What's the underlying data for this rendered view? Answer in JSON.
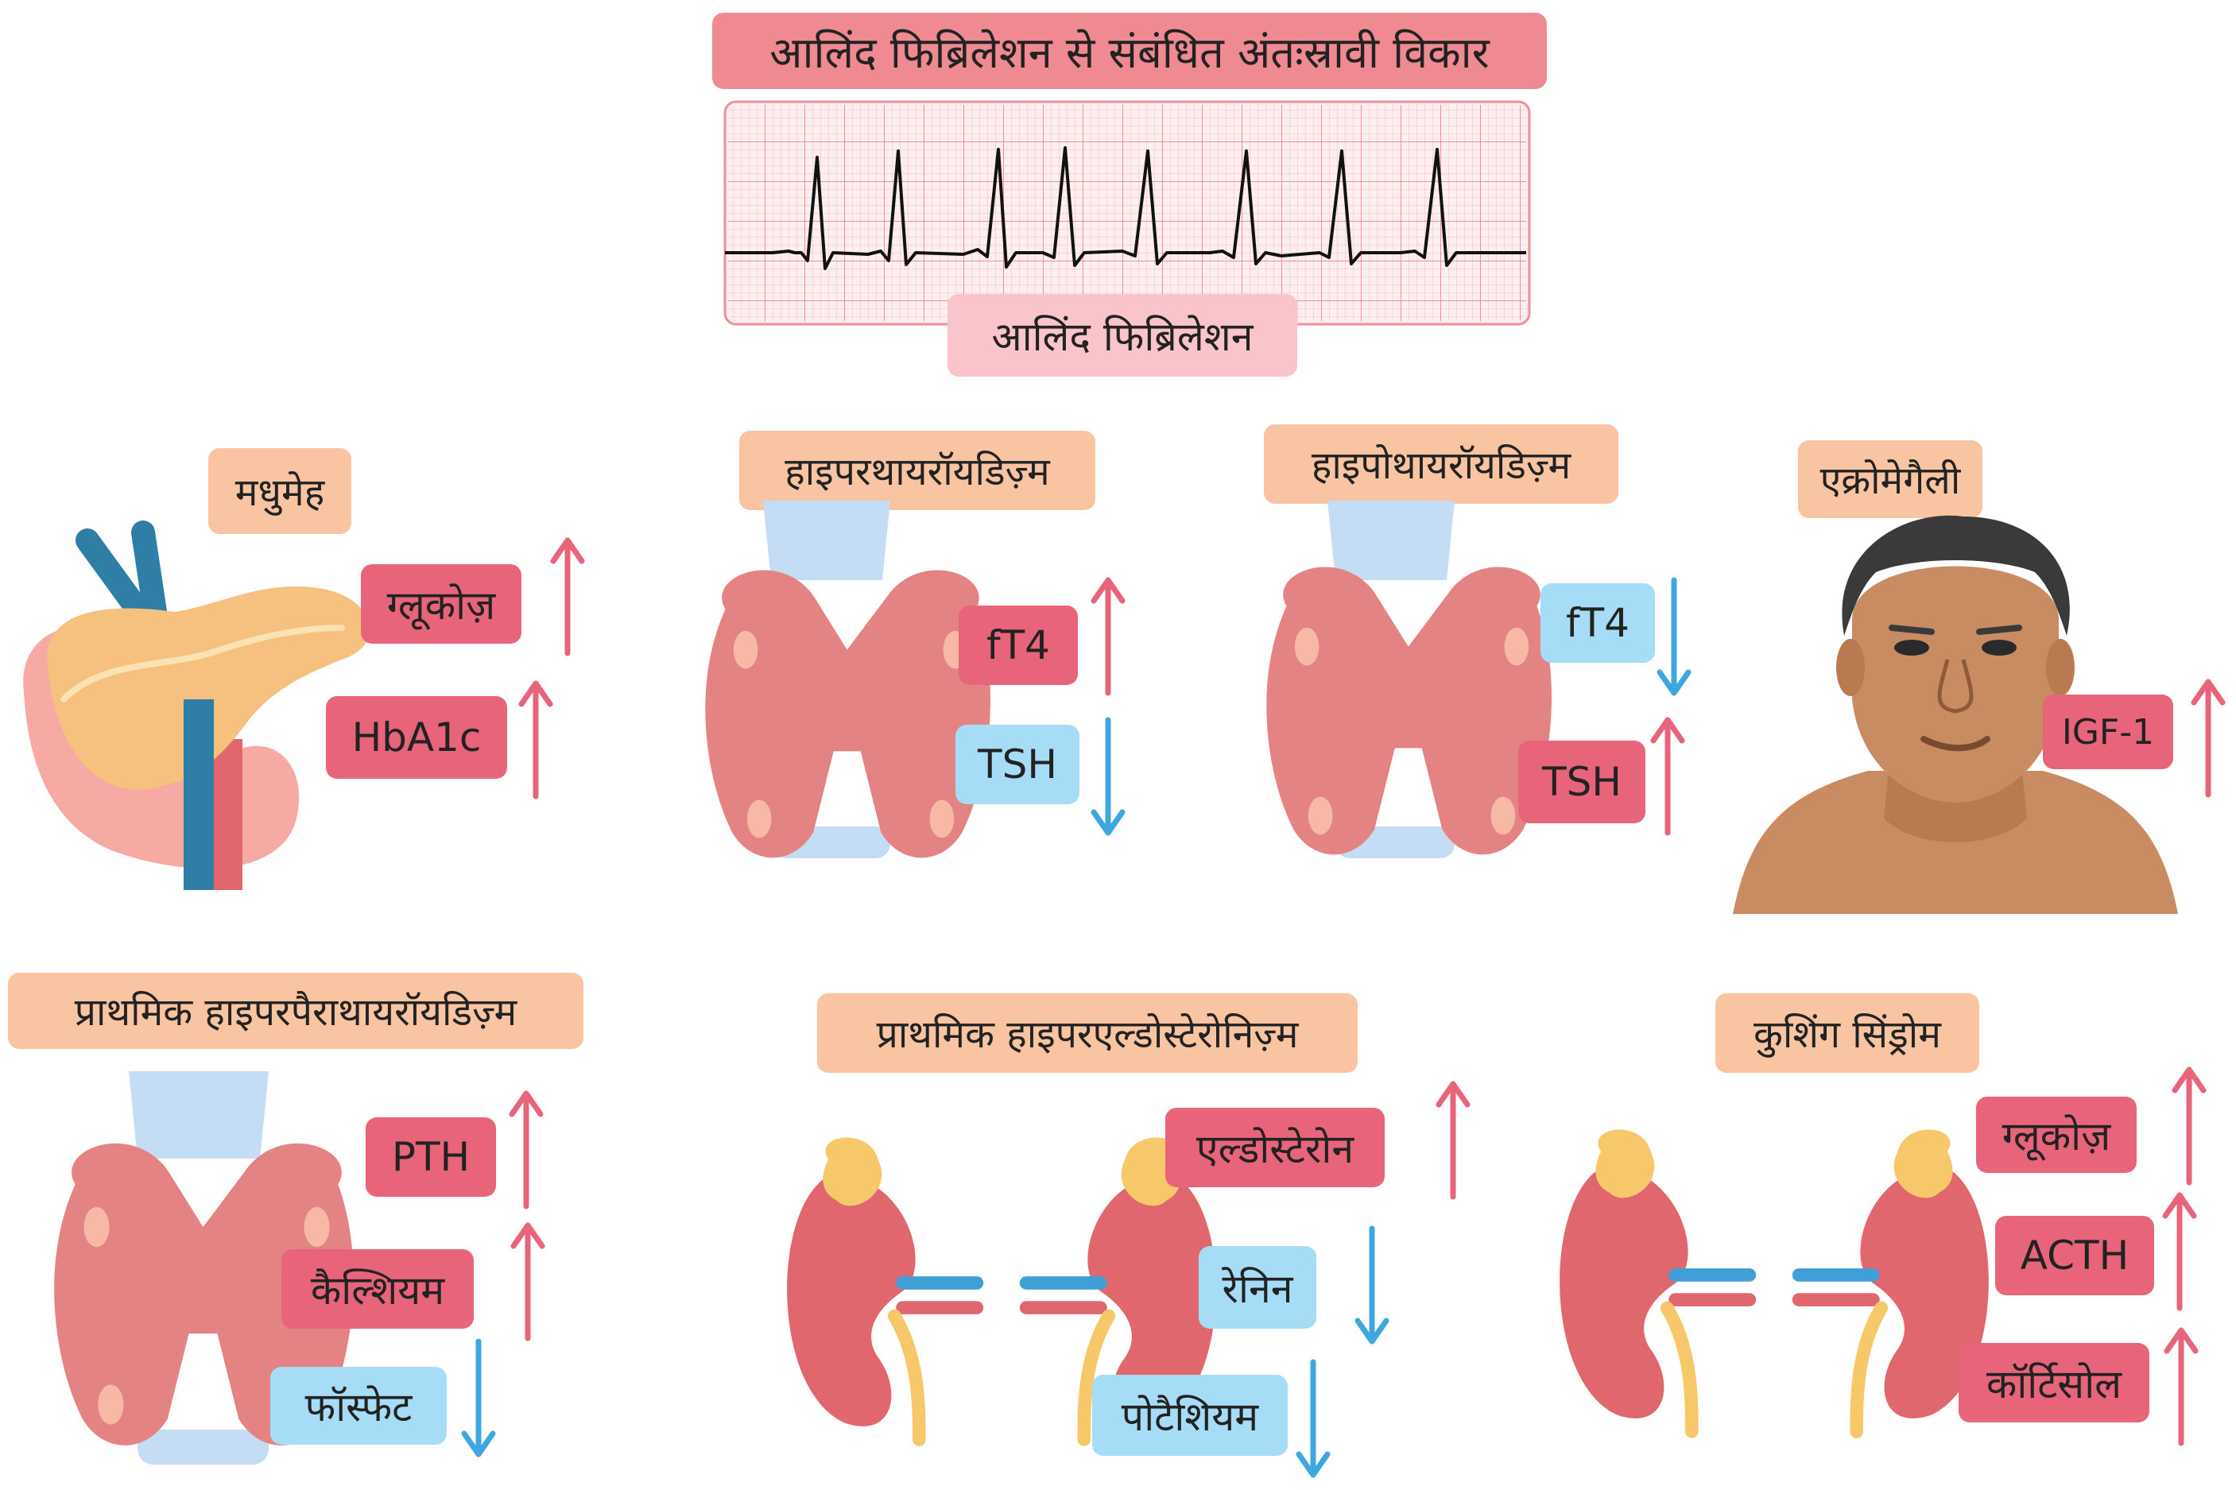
{
  "title": "आलिंद फिब्रिलेशन से संबंधित अंतःस्रावी विकार",
  "ecg_label": "आलिंद फिब्रिलेशन",
  "colors": {
    "increase": "#e8647a",
    "decrease": "#3fa7e0",
    "title": "#f08a92",
    "section": "#f9c4a2"
  },
  "panels": {
    "diabetes": {
      "title": "मधुमेह",
      "markers": [
        {
          "name": "ग्लूकोज़",
          "direction": "up"
        },
        {
          "name": "HbA1c",
          "direction": "up"
        }
      ]
    },
    "hyperthyroidism": {
      "title": "हाइपरथायरॉयडिज़्म",
      "markers": [
        {
          "name": "fT4",
          "direction": "up"
        },
        {
          "name": "TSH",
          "direction": "down"
        }
      ]
    },
    "hypothyroidism": {
      "title": "हाइपोथायरॉयडिज़्म",
      "markers": [
        {
          "name": "fT4",
          "direction": "down"
        },
        {
          "name": "TSH",
          "direction": "up"
        }
      ]
    },
    "acromegaly": {
      "title": "एक्रोमेगैली",
      "markers": [
        {
          "name": "IGF-1",
          "direction": "up"
        }
      ]
    },
    "hyperparathyroidism": {
      "title": "प्राथमिक हाइपरपैराथायरॉयडिज़्म",
      "markers": [
        {
          "name": "PTH",
          "direction": "up"
        },
        {
          "name": "कैल्शियम",
          "direction": "up"
        },
        {
          "name": "फॉस्फेट",
          "direction": "down"
        }
      ]
    },
    "hyperaldosteronism": {
      "title": "प्राथमिक हाइपरएल्डोस्टेरोनिज़्म",
      "markers": [
        {
          "name": "एल्डोस्टेरोन",
          "direction": "up"
        },
        {
          "name": "रेनिन",
          "direction": "down"
        },
        {
          "name": "पोटैशियम",
          "direction": "down"
        }
      ]
    },
    "cushing": {
      "title": "कुशिंग सिंड्रोम",
      "markers": [
        {
          "name": "ग्लूकोज़",
          "direction": "up"
        },
        {
          "name": "ACTH",
          "direction": "up"
        },
        {
          "name": "कॉर्टिसोल",
          "direction": "up"
        }
      ]
    }
  }
}
